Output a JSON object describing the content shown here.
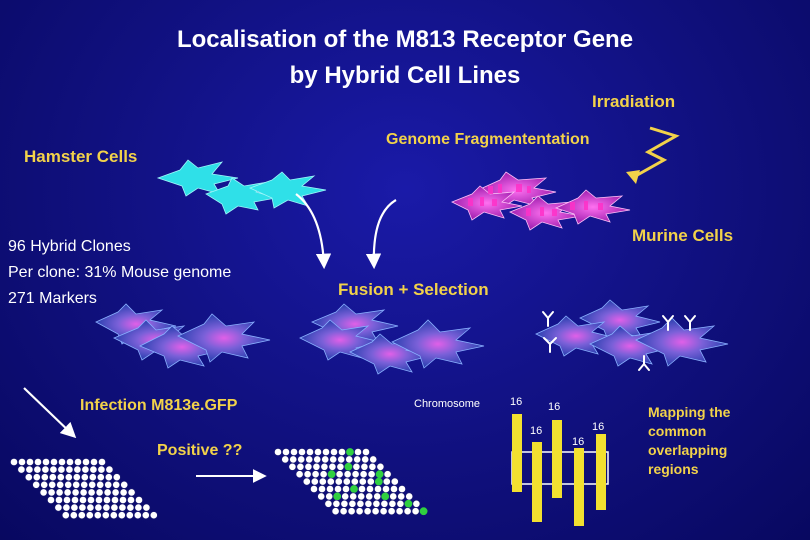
{
  "slide": {
    "title_line1": "Localisation of the M813 Receptor Gene",
    "title_line2": "by Hybrid Cell Lines"
  },
  "labels": {
    "irradiation": "Irradiation",
    "genome_fragmentation": "Genome Fragmententation",
    "hamster_cells": "Hamster Cells",
    "murine_cells": "Murine Cells",
    "hybrid_clones": "96 Hybrid Clones",
    "per_clone": "Per clone: 31% Mouse genome",
    "markers": "271 Markers",
    "fusion_selection": "Fusion + Selection",
    "infection": "Infection M813e.GFP",
    "positive": "Positive ??",
    "chromosome": "Chromosome",
    "mapping_line1": "Mapping the",
    "mapping_line2": "common",
    "mapping_line3": "overlapping",
    "mapping_line4": "regions"
  },
  "chromosome_bars": [
    {
      "label": "16"
    },
    {
      "label": "16"
    },
    {
      "label": "16"
    },
    {
      "label": "16"
    }
  ],
  "colors": {
    "background": "#10107e",
    "label_yellow": "#f2d24a",
    "hamster_cyan": "#2fe0e8",
    "murine_pink": "#e040d0",
    "hybrid_blue": "#3a58c8",
    "gfp_green": "#30d040"
  },
  "icons": {
    "irradiation": "lightning-bolt-icon",
    "fusion": "curved-arrow-icon",
    "progress": "diagonal-arrow-icon",
    "antibody": "y-shaped-antibody-icon"
  }
}
